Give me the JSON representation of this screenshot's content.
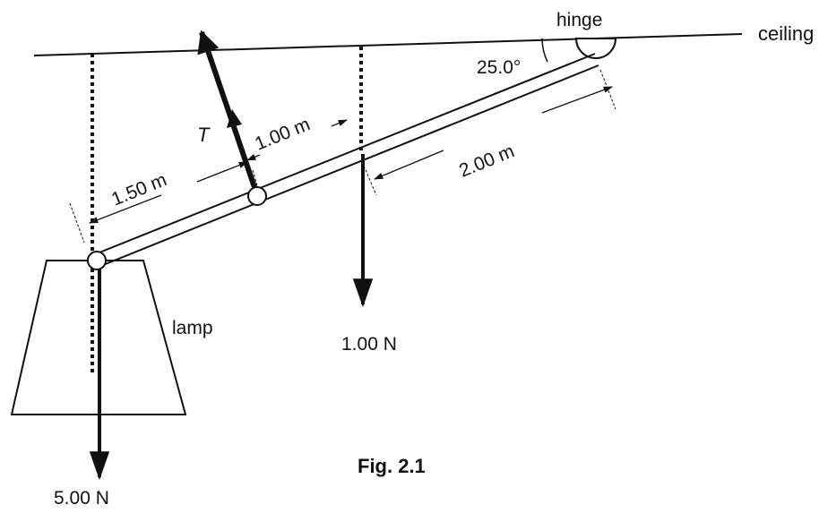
{
  "labels": {
    "hinge": "hinge",
    "ceiling": "ceiling",
    "angle": "25.0°",
    "tension": "T",
    "dist_lamp_to_cable": "1.50 m",
    "dist_cable_to_cg": "1.00 m",
    "dist_cg_to_hinge": "2.00 m",
    "lamp": "lamp",
    "weight_lamp": "5.00 N",
    "weight_rod": "1.00 N",
    "figure_caption": "Fig. 2.1"
  },
  "colors": {
    "ink": "#111111",
    "background": "#ffffff"
  }
}
